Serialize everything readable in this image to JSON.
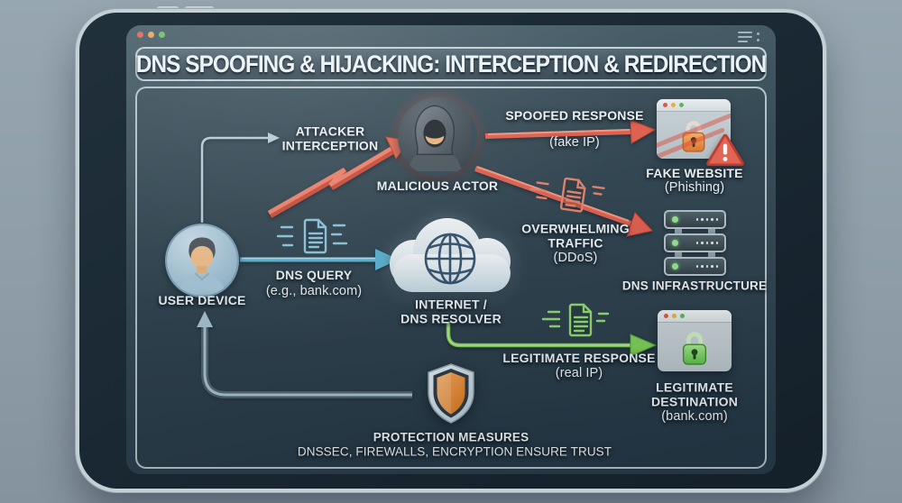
{
  "window": {
    "traffic_lights": [
      "close",
      "minimize",
      "maximize"
    ],
    "menu_icon": "hamburger-menu-icon"
  },
  "diagram": {
    "title": "DNS SPOOFING & HIJACKING: INTERCEPTION & REDIRECTION",
    "nodes": {
      "user_device": {
        "label": "USER DEVICE",
        "icon": "user-avatar-icon"
      },
      "malicious_actor": {
        "label": "MALICIOUS ACTOR",
        "icon": "hooded-hacker-icon"
      },
      "internet_resolver": {
        "label_line1": "INTERNET /",
        "label_line2": "DNS RESOLVER",
        "icon": "cloud-globe-icon"
      },
      "fake_website": {
        "label": "FAKE WEBSITE",
        "sublabel": "(Phishing)",
        "icon": "browser-red-lock-warning-icon"
      },
      "dns_infrastructure": {
        "label": "DNS INFRASTRUCTURE",
        "icon": "server-stack-icon"
      },
      "legitimate_destination": {
        "label_line1": "LEGITIMATE",
        "label_line2": "DESTINATION",
        "sublabel": "(bank.com)",
        "icon": "browser-green-lock-icon"
      },
      "protection_measures": {
        "label": "PROTECTION MEASURES",
        "sublabel": "DNSSEC, FIREWALLS, ENCRYPTION ENSURE TRUST",
        "icon": "shield-icon"
      }
    },
    "edges": {
      "attacker_interception": {
        "label_line1": "ATTACKER",
        "label_line2": "INTERCEPTION"
      },
      "dns_query": {
        "label": "DNS QUERY",
        "sublabel": "(e.g., bank.com)"
      },
      "spoofed_response": {
        "label": "SPOOFED RESPONSE",
        "sublabel": "(fake IP)"
      },
      "overwhelming_traffic": {
        "label_line1": "OVERWHELMING",
        "label_line2": "TRAFFIC",
        "sublabel": "(DDoS)"
      },
      "legitimate_response": {
        "label": "LEGITIMATE RESPONSE",
        "sublabel": "(real IP)"
      }
    },
    "colors": {
      "attack_red": "#e2604e",
      "query_blue": "#58b4d6",
      "safe_green": "#7ed058",
      "neutral_arrow": "#a8c4d2",
      "screen_dark": "#2c4150",
      "bezel": "#18242e",
      "body_background": "#8e9da7"
    }
  }
}
